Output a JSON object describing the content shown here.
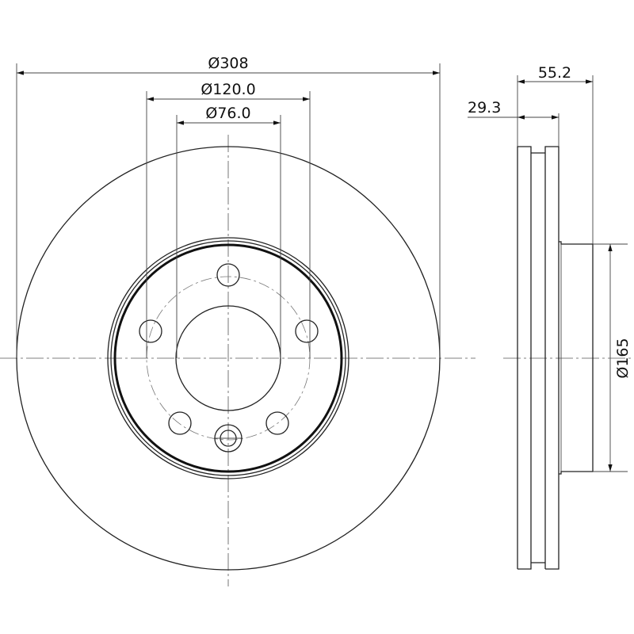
{
  "dimensions": {
    "outer_diameter": "Ø308",
    "bolt_circle_diameter": "Ø120.0",
    "center_bore_diameter": "Ø76.0",
    "overall_height": "55.2",
    "disc_thickness": "29.3",
    "hat_diameter": "Ø165"
  },
  "colors": {
    "line": "#222222",
    "background": "#ffffff"
  }
}
